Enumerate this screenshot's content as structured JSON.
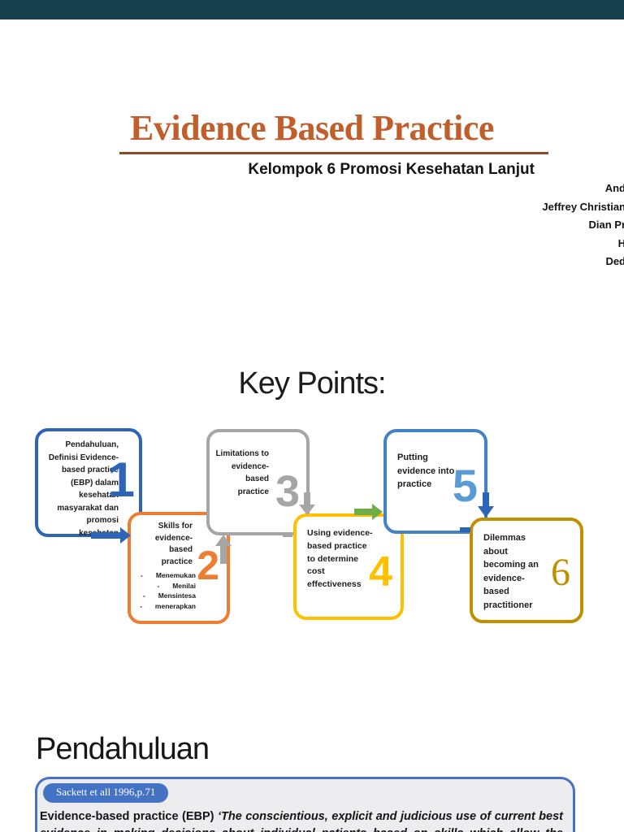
{
  "viewer": {
    "topbar_color": "#173F4C"
  },
  "slide1": {
    "title": "Evidence Based Practice",
    "title_color": "#C05F2B",
    "underline_color": "#8C4B26",
    "subtitle": "Kelompok 6 Promosi Kesehatan Lanjut",
    "authors": [
      "And",
      "Jeffrey Christian",
      "Dian Pr",
      "H",
      "Ded"
    ]
  },
  "slide2": {
    "heading": "Key Points:",
    "bullet_marker": "-",
    "arrow_colors": {
      "blue": "#2E64B5",
      "gray": "#A6A6A6",
      "green": "#70AD47"
    },
    "boxes": [
      {
        "num": "1",
        "color": "#2E64B5",
        "text": "Pendahuluan, Definisi Evidence-based practice (EBP) dalam kesehatan masyarakat dan promosi kesehatan"
      },
      {
        "num": "2",
        "color": "#ED7D31",
        "text": "Skills for evidence-based practice",
        "bullets": [
          "Menemukan",
          "Menilai",
          "Mensintesa",
          "menerapkan"
        ]
      },
      {
        "num": "3",
        "color": "#A6A6A6",
        "text": "Limitations to evidence-based practice"
      },
      {
        "num": "4",
        "color": "#FFC000",
        "text": "Using evidence-based practice to determine cost effectiveness"
      },
      {
        "num": "5",
        "color": "#4183C4",
        "digit_color": "#5B9BD5",
        "text": "Putting evidence into practice"
      },
      {
        "num": "6",
        "color": "#BF9000",
        "text": "Dilemmas about becoming an evidence-based practitioner"
      }
    ]
  },
  "slide3": {
    "heading": "Pendahuluan",
    "badge": "Sackett et all 1996,p.71",
    "quote_lead": "Evidence-based practice (EBP) ",
    "quote_text": "‘The conscientious, explicit and judicious use of current best evidence in making decisions about individual patients based on skills which allow the doctor to evaluate both"
  }
}
